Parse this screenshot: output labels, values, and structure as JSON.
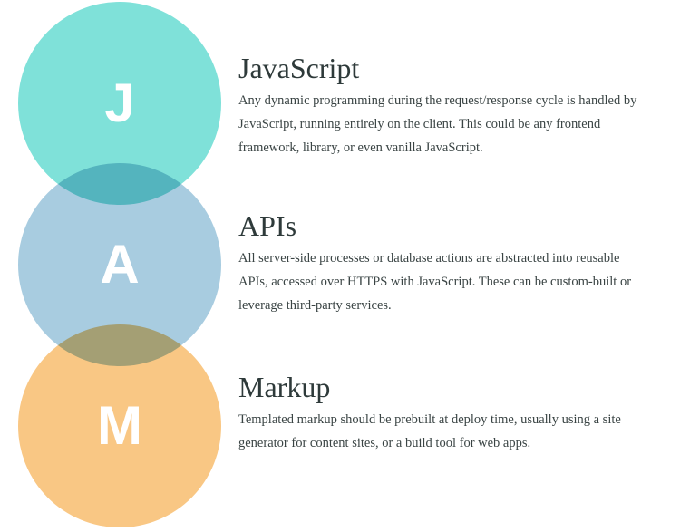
{
  "colors": {
    "javascript": "#7fe1d9",
    "apis": "#a8cce0",
    "markup": "#f9c784"
  },
  "sections": [
    {
      "letter": "J",
      "title": "JavaScript",
      "lines": [
        "Any dynamic programming during the request/response cycle is handled by",
        "JavaScript, running entirely on the client. This could be any frontend",
        "framework, library, or even vanilla JavaScript."
      ]
    },
    {
      "letter": "A",
      "title": "APIs",
      "lines": [
        "All server-side processes or database actions are abstracted into reusable",
        "APIs, accessed over HTTPS with JavaScript. These can be custom-built or",
        "leverage third-party services."
      ]
    },
    {
      "letter": "M",
      "title": "Markup",
      "lines": [
        "Templated markup should be prebuilt at deploy time, usually using a site",
        "generator for content sites, or a build tool for web apps."
      ]
    }
  ]
}
